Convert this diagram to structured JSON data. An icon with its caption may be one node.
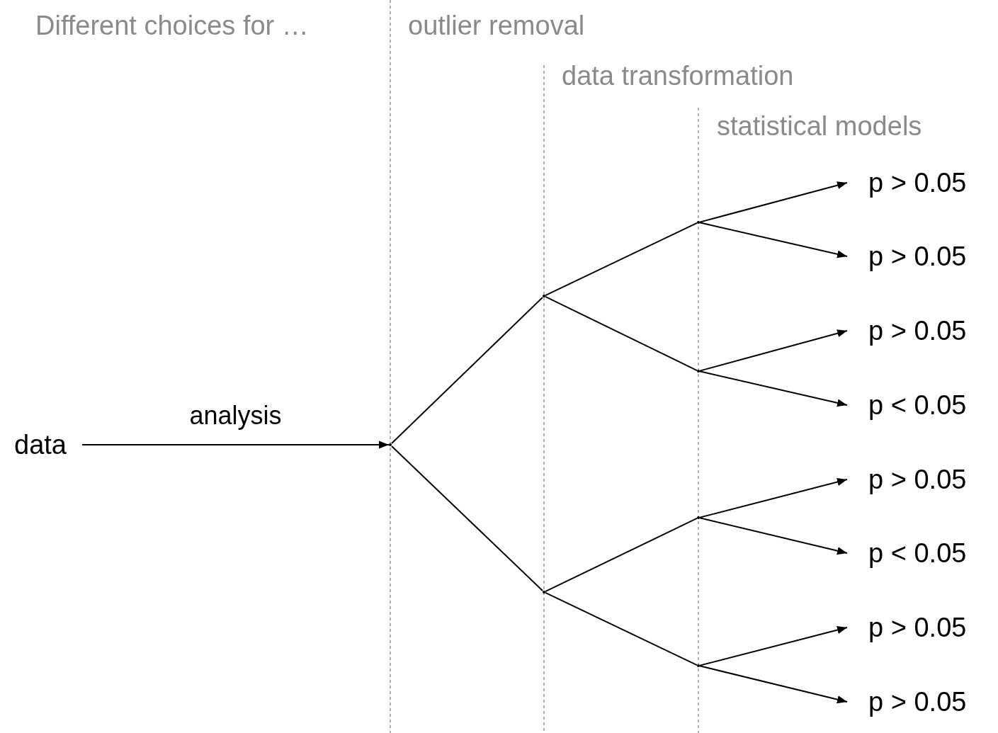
{
  "diagram": {
    "nodes": [
      {
        "text": [
          "data"
        ]
      },
      {
        "text": [],
        "shape": "dot"
      },
      {
        "text": [],
        "shape": "dot"
      },
      {
        "text": [],
        "shape": "dot"
      },
      {
        "text": [],
        "shape": "dot"
      },
      {
        "text": [],
        "shape": "dot"
      },
      {
        "text": [],
        "shape": "dot"
      },
      {
        "text": [],
        "shape": "dot"
      },
      {
        "text": [
          "p > 0.05"
        ]
      },
      {
        "text": [
          "p > 0.05"
        ]
      },
      {
        "text": [
          "p > 0.05"
        ]
      },
      {
        "text": [
          "p < 0.05"
        ]
      },
      {
        "text": [
          "p > 0.05"
        ]
      },
      {
        "text": [
          "p < 0.05"
        ]
      },
      {
        "text": [
          "p > 0.05"
        ]
      },
      {
        "text": [
          "p > 0.05"
        ]
      }
    ],
    "edges": [
      {
        "from": 0,
        "to": 1,
        "arrow": "to",
        "label": "analysis"
      },
      {
        "from": 1,
        "to": 2,
        "arrow": "none"
      },
      {
        "from": 1,
        "to": 3,
        "arrow": "none"
      },
      {
        "from": 2,
        "to": 4,
        "arrow": "none"
      },
      {
        "from": 2,
        "to": 5,
        "arrow": "none"
      },
      {
        "from": 3,
        "to": 6,
        "arrow": "none"
      },
      {
        "from": 3,
        "to": 7,
        "arrow": "none"
      },
      {
        "from": 4,
        "to": 8,
        "arrow": "to"
      },
      {
        "from": 4,
        "to": 9,
        "arrow": "to"
      },
      {
        "from": 5,
        "to": 10,
        "arrow": "to"
      },
      {
        "from": 5,
        "to": 11,
        "arrow": "to"
      },
      {
        "from": 6,
        "to": 12,
        "arrow": "to"
      },
      {
        "from": 6,
        "to": 13,
        "arrow": "to"
      },
      {
        "from": 7,
        "to": 14,
        "arrow": "to"
      },
      {
        "from": 7,
        "to": 15,
        "arrow": "to"
      }
    ],
    "labels": [
      "Different choices for …",
      "outlier removal",
      "data transformation",
      "statistical models"
    ]
  }
}
